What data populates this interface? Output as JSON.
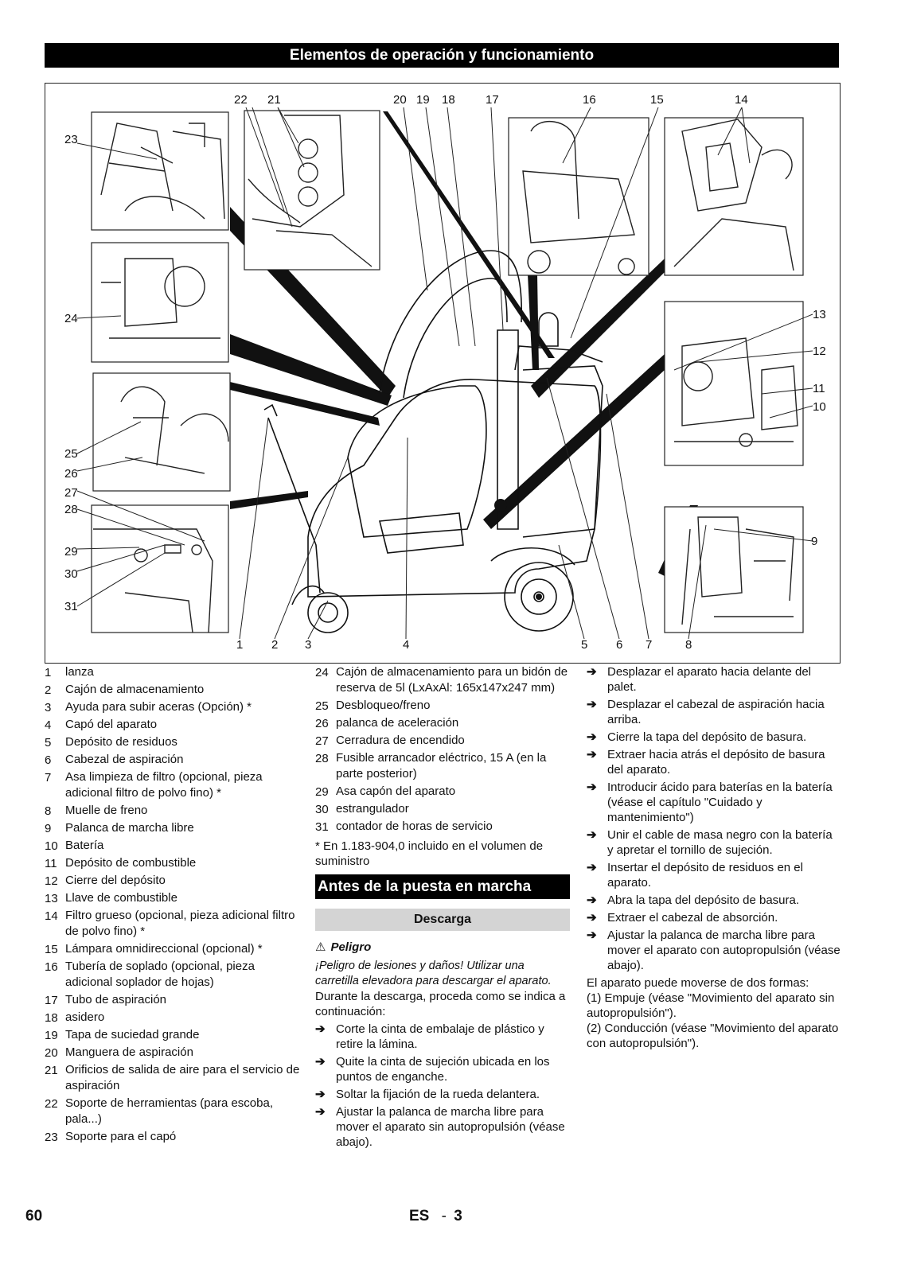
{
  "header": {
    "title": "Elementos de operación y funcionamiento"
  },
  "figure": {
    "labels": [
      "1",
      "2",
      "3",
      "4",
      "5",
      "6",
      "7",
      "8",
      "9",
      "10",
      "11",
      "12",
      "13",
      "14",
      "15",
      "16",
      "17",
      "18",
      "19",
      "20",
      "21",
      "22",
      "23",
      "24",
      "25",
      "26",
      "27",
      "28",
      "29",
      "30",
      "31"
    ]
  },
  "parts": [
    {
      "num": "1",
      "text": "lanza"
    },
    {
      "num": "2",
      "text": "Cajón de almacenamiento"
    },
    {
      "num": "3",
      "text": "Ayuda para subir aceras (Opción) *"
    },
    {
      "num": "4",
      "text": "Capó del aparato"
    },
    {
      "num": "5",
      "text": "Depósito de residuos"
    },
    {
      "num": "6",
      "text": "Cabezal de aspiración"
    },
    {
      "num": "7",
      "text": "Asa limpieza de filtro (opcional, pieza adicional filtro de polvo fino) *"
    },
    {
      "num": "8",
      "text": "Muelle de freno"
    },
    {
      "num": "9",
      "text": "Palanca de marcha libre"
    },
    {
      "num": "10",
      "text": "Batería"
    },
    {
      "num": "11",
      "text": "Depósito de combustible"
    },
    {
      "num": "12",
      "text": "Cierre del depósito"
    },
    {
      "num": "13",
      "text": "Llave de combustible"
    },
    {
      "num": "14",
      "text": "Filtro grueso (opcional, pieza adicional filtro de polvo fino) *"
    },
    {
      "num": "15",
      "text": "Lámpara omnidireccional (opcional) *"
    },
    {
      "num": "16",
      "text": "Tubería de soplado (opcional, pieza adicional soplador de hojas)"
    },
    {
      "num": "17",
      "text": "Tubo de aspiración"
    },
    {
      "num": "18",
      "text": "asidero"
    },
    {
      "num": "19",
      "text": "Tapa de suciedad grande"
    },
    {
      "num": "20",
      "text": "Manguera de aspiración"
    },
    {
      "num": "21",
      "text": "Orificios de salida de aire para el servicio de aspiración"
    },
    {
      "num": "22",
      "text": "Soporte de herramientas (para escoba, pala...)"
    },
    {
      "num": "23",
      "text": "Soporte para el capó"
    },
    {
      "num": "24",
      "text": "Cajón de almacenamiento para un bidón de reserva de 5l (LxAxAl: 165x147x247 mm)"
    },
    {
      "num": "25",
      "text": "Desbloqueo/freno"
    },
    {
      "num": "26",
      "text": "palanca de aceleración"
    },
    {
      "num": "27",
      "text": "Cerradura de encendido"
    },
    {
      "num": "28",
      "text": "Fusible arrancador eléctrico, 15 A (en la parte posterior)"
    },
    {
      "num": "29",
      "text": "Asa capón del aparato"
    },
    {
      "num": "30",
      "text": "estrangulador"
    },
    {
      "num": "31",
      "text": "contador de horas de servicio"
    }
  ],
  "footnote": "* En 1.183-904,0 incluido en el volumen de suministro",
  "section": {
    "title": "Antes de la puesta en marcha",
    "subtitle": "Descarga",
    "warning_label": "Peligro",
    "warning_text": "¡Peligro de lesiones y daños! Utilizar una carretilla elevadora para descargar el aparato.",
    "intro": "Durante la descarga, proceda como se indica a continuación:",
    "steps_col2": [
      "Corte la cinta de embalaje de plástico y retire la lámina.",
      "Quite la cinta de sujeción ubicada en los puntos de enganche.",
      "Soltar la fijación de la rueda delantera.",
      "Ajustar la palanca de marcha libre para mover el aparato sin autopropulsión (véase abajo)."
    ],
    "steps_col3": [
      "Desplazar el aparato hacia delante del palet.",
      "Desplazar el cabezal de aspiración hacia arriba.",
      "Cierre la tapa del depósito de basura.",
      "Extraer hacia atrás el depósito de basura del aparato.",
      "Introducir ácido para baterías en la batería (véase el capítulo \"Cuidado y mantenimiento\")",
      "Unir el cable de masa negro con la batería y apretar el tornillo de sujeción.",
      "Insertar el depósito de residuos en el aparato.",
      "Abra la tapa del depósito de basura.",
      "Extraer el cabezal de absorción.",
      "Ajustar la palanca de marcha libre para mover el aparato con autopropulsión (véase abajo)."
    ],
    "closing": [
      "El aparato puede moverse de dos formas:",
      "(1) Empuje (véase \"Movimiento del aparato sin autopropulsión\").",
      "(2) Conducción (véase \"Movimiento del aparato con autopropulsión\")."
    ]
  },
  "footer": {
    "page": "60",
    "lang": "ES",
    "sep": "-",
    "sub": "3"
  },
  "icons": {
    "arrow": "➔",
    "warning": "⚠"
  }
}
